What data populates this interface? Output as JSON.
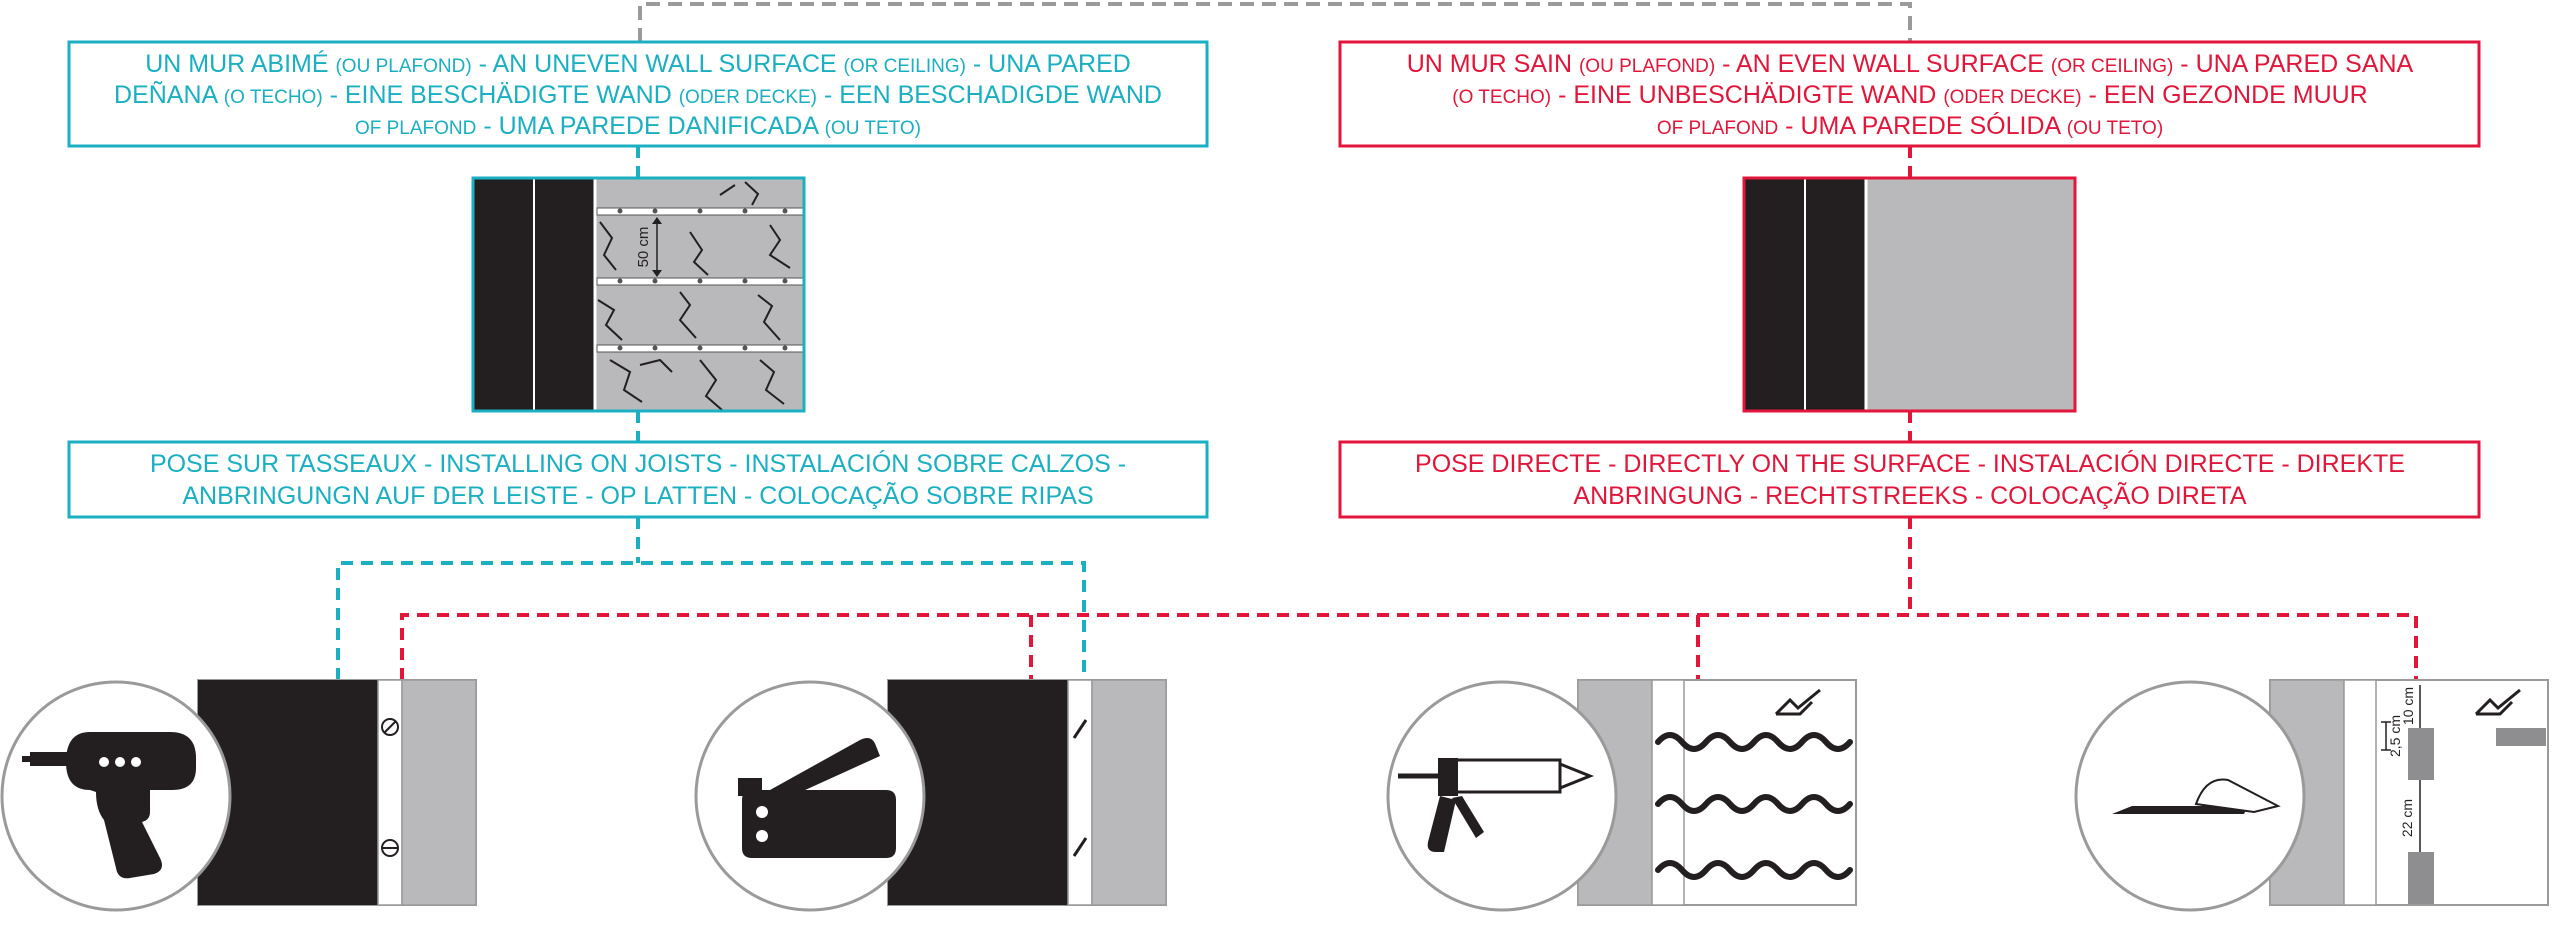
{
  "colors": {
    "cyan": "#1aafc1",
    "red": "#e1163a",
    "gray_line": "#9a9a9a",
    "black": "#231f20",
    "gray_fill": "#b9b9bb",
    "circle_stroke": "#9a9a9a"
  },
  "uneven": {
    "line1": [
      {
        "t": "UN MUR ABIMÉ ",
        "s": false
      },
      {
        "t": "(OU PLAFOND)",
        "s": true
      },
      {
        "t": " - AN UNEVEN WALL SURFACE ",
        "s": false
      },
      {
        "t": "(OR CEILING)",
        "s": true
      },
      {
        "t": " - UNA PARED",
        "s": false
      }
    ],
    "line2": [
      {
        "t": "DEÑANA ",
        "s": false
      },
      {
        "t": "(O TECHO)",
        "s": true
      },
      {
        "t": " - EINE BESCHÄDIGTE WAND ",
        "s": false
      },
      {
        "t": "(ODER DECKE)",
        "s": true
      },
      {
        "t": " - EEN BESCHADIGDE WAND",
        "s": false
      }
    ],
    "line3": [
      {
        "t": "OF PLAFOND",
        "s": true
      },
      {
        "t": " - UMA PAREDE DANIFICADA ",
        "s": false
      },
      {
        "t": "(OU TETO)",
        "s": true
      }
    ],
    "joist_spacing_label": "50 cm",
    "method_line1": "POSE SUR TASSEAUX - INSTALLING ON JOISTS - INSTALACIÓN SOBRE CALZOS -",
    "method_line2": "ANBRINGUNGN AUF DER LEISTE - OP LATTEN - COLOCAÇÃO SOBRE RIPAS"
  },
  "even": {
    "line1": [
      {
        "t": "UN MUR SAIN ",
        "s": false
      },
      {
        "t": "(OU PLAFOND)",
        "s": true
      },
      {
        "t": " - AN EVEN WALL SURFACE ",
        "s": false
      },
      {
        "t": "(OR CEILING)",
        "s": true
      },
      {
        "t": " - UNA PARED SANA",
        "s": false
      }
    ],
    "line2": [
      {
        "t": "(O TECHO)",
        "s": true
      },
      {
        "t": " - EINE  UNBESCHÄDIGTE WAND ",
        "s": false
      },
      {
        "t": "(ODER DECKE)",
        "s": true
      },
      {
        "t": " - EEN GEZONDE MUUR",
        "s": false
      }
    ],
    "line3": [
      {
        "t": "OF PLAFOND",
        "s": true
      },
      {
        "t": " - UMA PAREDE SÓLIDA ",
        "s": false
      },
      {
        "t": "(OU TETO)",
        "s": true
      }
    ],
    "method_line1": "POSE DIRECTE - DIRECTLY ON THE SURFACE - INSTALACIÓN DIRECTE - DIREKTE",
    "method_line2": "ANBRINGUNG - RECHTSTREEKS - COLOCAÇÃO DIRETA"
  },
  "adhesive_tape": {
    "offset_label": "2,5 cm",
    "top_label": "10 cm",
    "spacing_label": "22 cm"
  },
  "tools": [
    "drill-icon",
    "staple-gun-icon",
    "caulk-gun-icon",
    "adhesive-tape-icon"
  ]
}
